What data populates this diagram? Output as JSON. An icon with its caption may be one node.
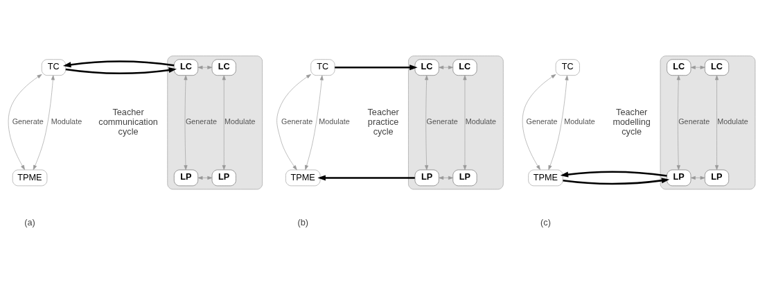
{
  "diagram": {
    "nodes": [
      {
        "text": [
          "TC"
        ]
      },
      {
        "text": [
          "TPME"
        ]
      },
      {
        "text": [],
        "shape": "box"
      },
      {
        "text": [
          "LC"
        ],
        "in": 2
      },
      {
        "text": [
          "LC"
        ],
        "in": 2
      },
      {
        "text": [
          "LP"
        ],
        "in": 2
      },
      {
        "text": [
          "LP"
        ],
        "in": 2
      },
      {
        "text": [
          "TC"
        ]
      },
      {
        "text": [
          "TPME"
        ]
      },
      {
        "text": [],
        "shape": "box"
      },
      {
        "text": [
          "LC"
        ],
        "in": 9
      },
      {
        "text": [
          "LC"
        ],
        "in": 9
      },
      {
        "text": [
          "LP"
        ],
        "in": 9
      },
      {
        "text": [
          "LP"
        ],
        "in": 9
      },
      {
        "text": [
          "TC"
        ]
      },
      {
        "text": [
          "TPME"
        ]
      },
      {
        "text": [],
        "shape": "box"
      },
      {
        "text": [
          "LC"
        ],
        "in": 16
      },
      {
        "text": [
          "LC"
        ],
        "in": 16
      },
      {
        "text": [
          "LP"
        ],
        "in": 16
      },
      {
        "text": [
          "LP"
        ],
        "in": 16
      }
    ],
    "edges": [
      {
        "from": 0,
        "to": 3,
        "arrow": "to",
        "style": "thick",
        "color": "#000000"
      },
      {
        "from": 3,
        "to": 0,
        "arrow": "to",
        "style": "thick",
        "color": "#000000"
      },
      {
        "from": 0,
        "to": 1,
        "arrow": "both",
        "label": "Generate"
      },
      {
        "from": 0,
        "to": 1,
        "arrow": "both",
        "label": "Modulate"
      },
      {
        "from": 3,
        "to": 4,
        "arrow": "both"
      },
      {
        "from": 3,
        "to": 5,
        "arrow": "both",
        "label": "Generate"
      },
      {
        "from": 4,
        "to": 6,
        "arrow": "both",
        "label": "Modulate"
      },
      {
        "from": 5,
        "to": 6,
        "arrow": "both"
      },
      {
        "from": 7,
        "to": 10,
        "arrow": "to",
        "style": "thick",
        "color": "#000000"
      },
      {
        "from": 12,
        "to": 8,
        "arrow": "to",
        "style": "thick",
        "color": "#000000"
      },
      {
        "from": 7,
        "to": 8,
        "arrow": "both",
        "label": "Generate"
      },
      {
        "from": 7,
        "to": 8,
        "arrow": "both",
        "label": "Modulate"
      },
      {
        "from": 10,
        "to": 11,
        "arrow": "both"
      },
      {
        "from": 10,
        "to": 12,
        "arrow": "both",
        "label": "Generate"
      },
      {
        "from": 11,
        "to": 13,
        "arrow": "both",
        "label": "Modulate"
      },
      {
        "from": 12,
        "to": 13,
        "arrow": "both"
      },
      {
        "from": 15,
        "to": 19,
        "arrow": "to",
        "style": "thick",
        "color": "#000000"
      },
      {
        "from": 19,
        "to": 15,
        "arrow": "to",
        "style": "thick",
        "color": "#000000"
      },
      {
        "from": 14,
        "to": 15,
        "arrow": "both",
        "label": "Generate"
      },
      {
        "from": 14,
        "to": 15,
        "arrow": "both",
        "label": "Modulate"
      },
      {
        "from": 17,
        "to": 18,
        "arrow": "both"
      },
      {
        "from": 17,
        "to": 19,
        "arrow": "both",
        "label": "Generate"
      },
      {
        "from": 18,
        "to": 20,
        "arrow": "both",
        "label": "Modulate"
      },
      {
        "from": 19,
        "to": 20,
        "arrow": "both"
      }
    ],
    "labels": [
      "Teacher communication cycle",
      "Teacher practice cycle",
      "Teacher modelling cycle",
      "(a)",
      "(b)",
      "(c)"
    ]
  }
}
